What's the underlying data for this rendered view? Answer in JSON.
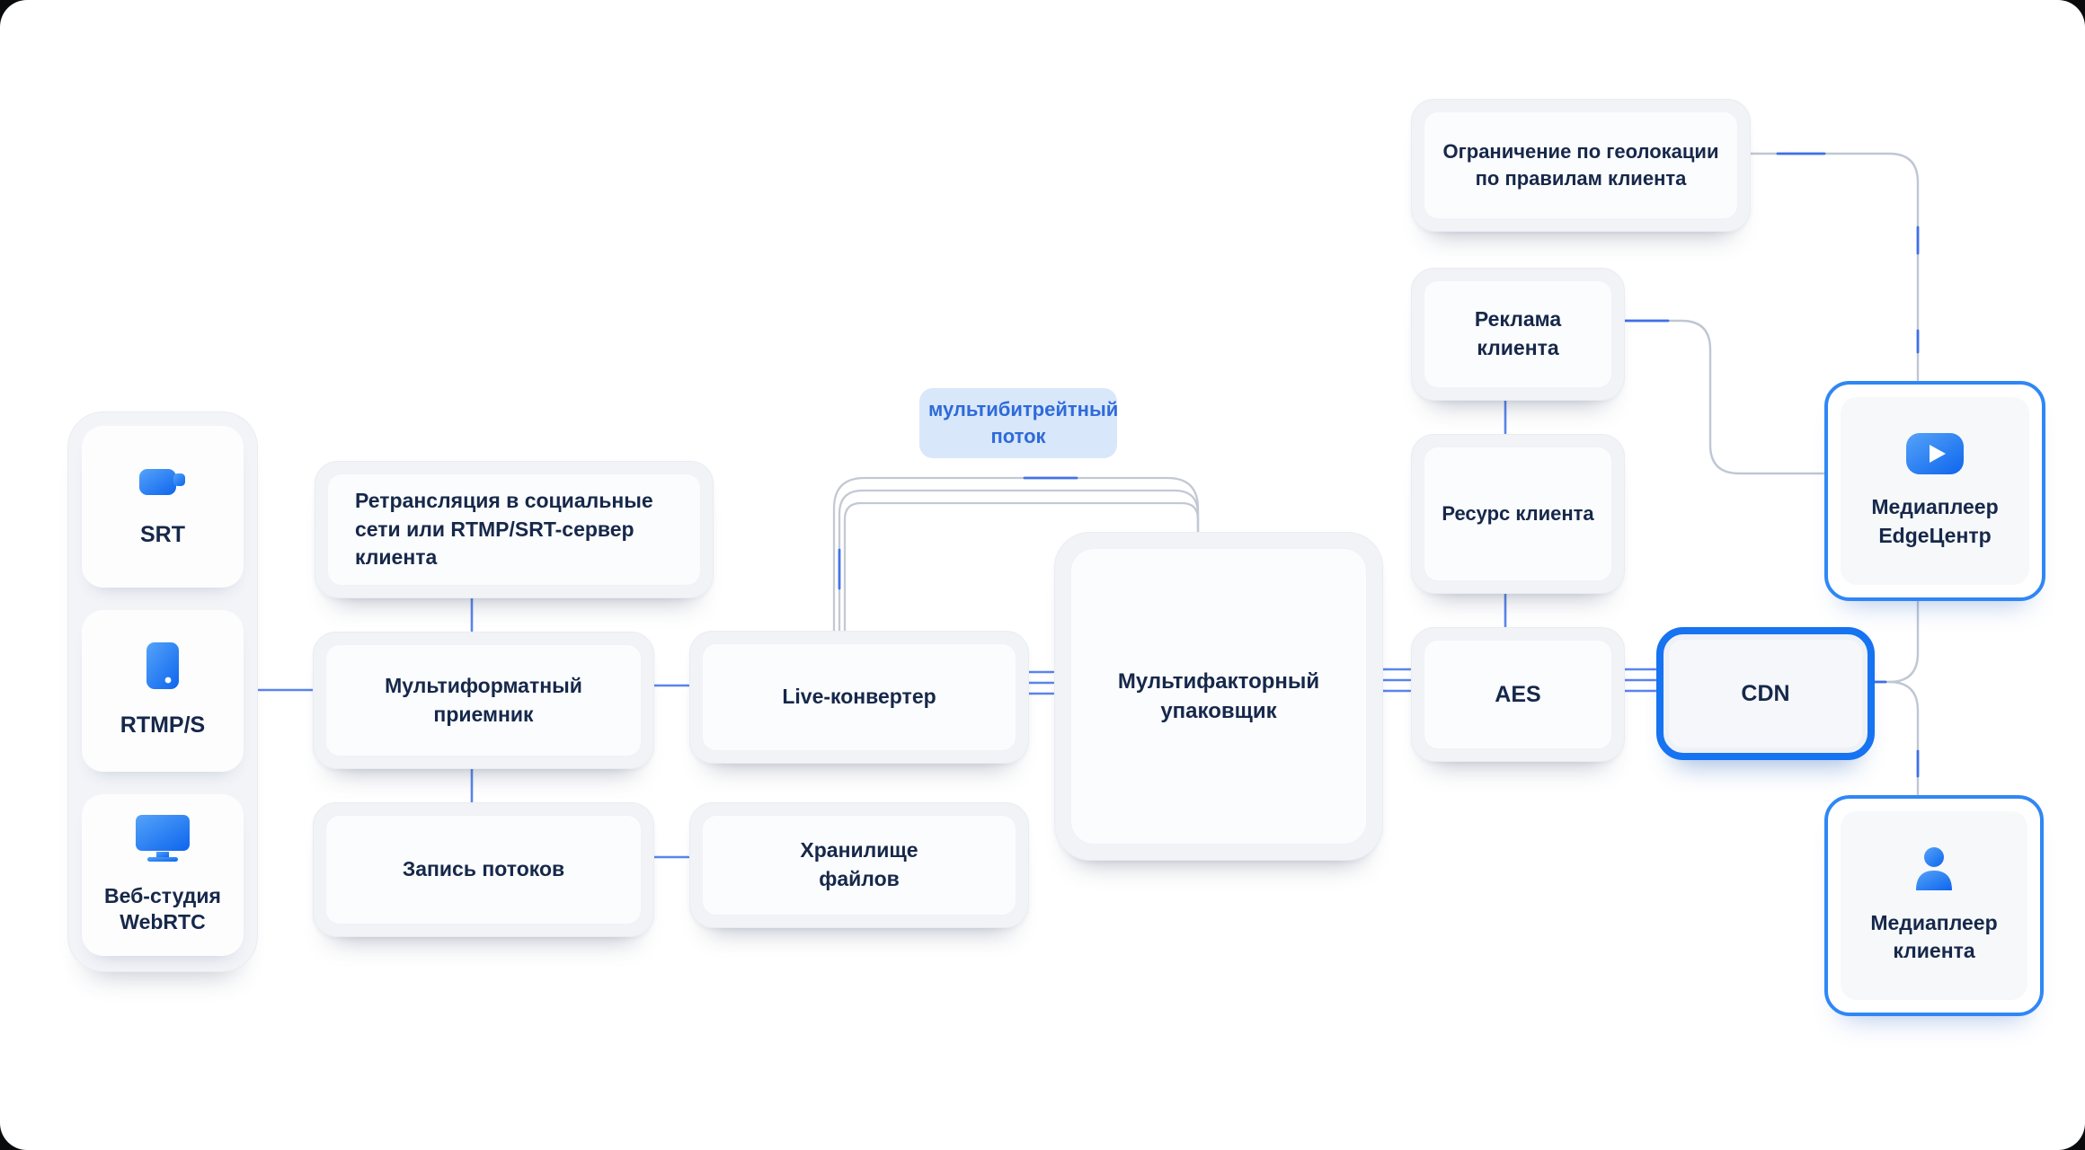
{
  "diagram": {
    "sources": {
      "srt": "SRT",
      "rtmps": "RTMP/S",
      "webrtc": "Веб-студия WebRTC"
    },
    "relay": "Ретрансляция в социальные сети или RTMP/SRT-сервер клиента",
    "receiver": "Мультиформатный приемник",
    "record": "Запись потоков",
    "converter": "Live-конвертер",
    "storage": "Хранилище файлов",
    "badge": "мультибитрейтный поток",
    "packer": "Мультифакторный упаковщик",
    "geo": "Ограничение по геолокации по правилам клиента",
    "ads": "Реклама клиента",
    "resource": "Ресурс клиента",
    "aes": "AES",
    "cdn": "CDN",
    "player_edge": "Медиаплеер EdgeЦентр",
    "player_client": "Медиаплеер клиента"
  },
  "icons": {
    "srt": "video-camera-icon",
    "rtmps": "smartphone-icon",
    "webrtc": "monitor-icon",
    "player_edge": "play-button-icon",
    "player_client": "person-icon"
  },
  "colors": {
    "text": "#16284a",
    "accent_blue": "#1673f1",
    "player_border": "#2f87f5",
    "badge_bg": "#d9e7fb",
    "badge_text": "#2e6bd8",
    "connector_blue": "#5b85ec",
    "connector_gray": "#bfc7d3",
    "node_ring": "#f1f3f7",
    "node_fill": "#fbfcfe"
  }
}
